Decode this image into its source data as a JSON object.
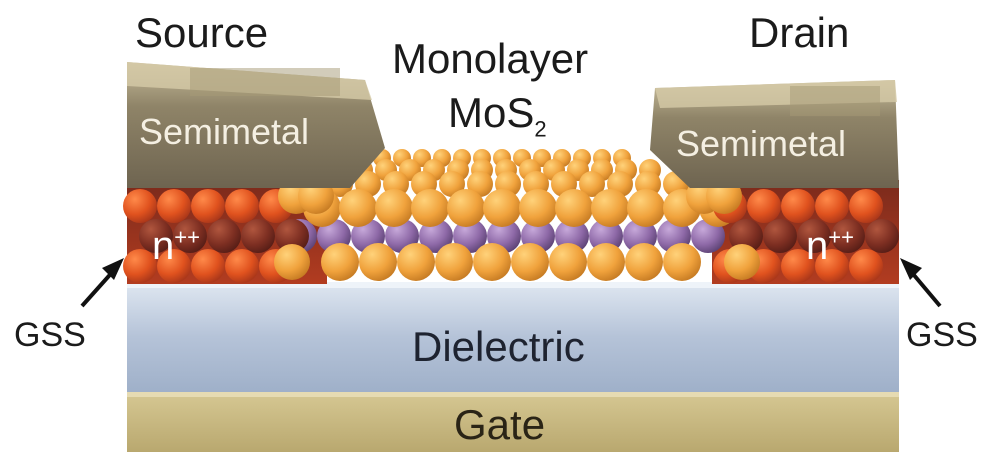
{
  "labels": {
    "source": "Source",
    "drain": "Drain",
    "monolayer_line1": "Monolayer",
    "monolayer_line2": "MoS",
    "monolayer_sub": "2",
    "semimetal_left": "Semimetal",
    "semimetal_right": "Semimetal",
    "n_left": "n",
    "n_left_sup": "++",
    "n_right": "n",
    "n_right_sup": "++",
    "gss_left": "GSS",
    "gss_right": "GSS",
    "dielectric": "Dielectric",
    "gate": "Gate"
  },
  "colors": {
    "semimetal": "#8f8468",
    "n_doped_region": "#9c3a22",
    "atom_orange": "#f0a23c",
    "atom_purple": "#8f6aa8",
    "dielectric": "#b9c6d9",
    "gate": "#c9b987"
  }
}
